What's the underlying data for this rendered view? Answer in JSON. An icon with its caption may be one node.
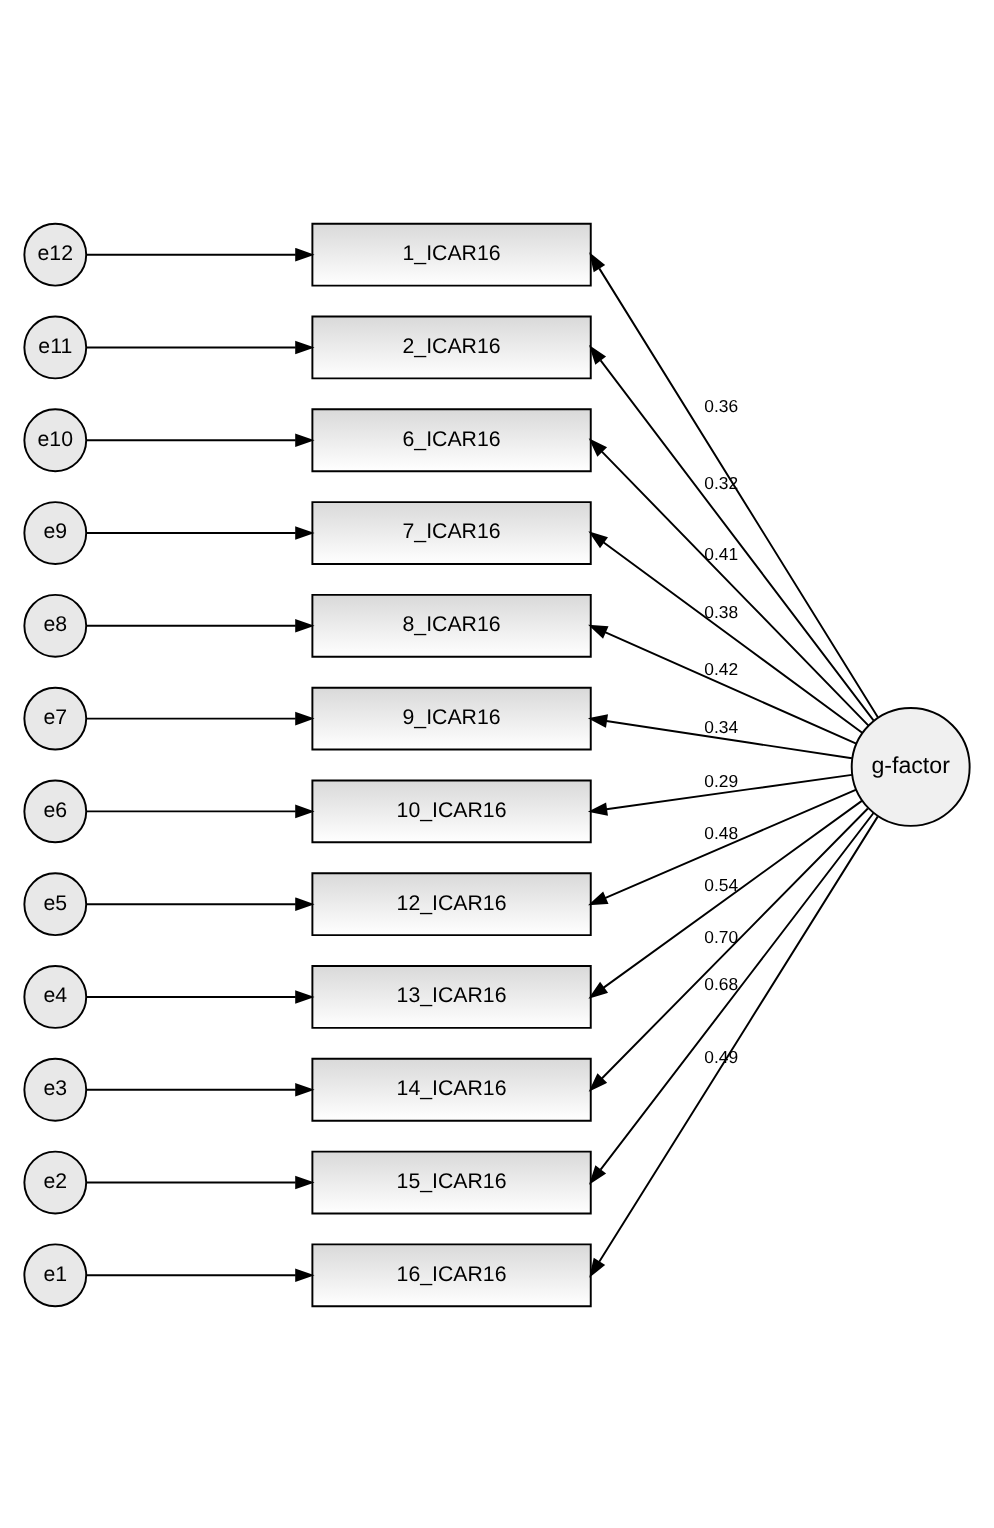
{
  "diagram": {
    "nodes": [
      {
        "text": [
          "e12"
        ]
      },
      {
        "text": [
          "1_ICAR16"
        ]
      },
      {
        "text": [
          "e11"
        ]
      },
      {
        "text": [
          "2_ICAR16"
        ]
      },
      {
        "text": [
          "e10"
        ]
      },
      {
        "text": [
          "6_ICAR16"
        ]
      },
      {
        "text": [
          "e9"
        ]
      },
      {
        "text": [
          "7_ICAR16"
        ]
      },
      {
        "text": [
          "e8"
        ]
      },
      {
        "text": [
          "8_ICAR16"
        ]
      },
      {
        "text": [
          "e7"
        ]
      },
      {
        "text": [
          "9_ICAR16"
        ]
      },
      {
        "text": [
          "e6"
        ]
      },
      {
        "text": [
          "10_ICAR16"
        ]
      },
      {
        "text": [
          "e5"
        ]
      },
      {
        "text": [
          "12_ICAR16"
        ]
      },
      {
        "text": [
          "e4"
        ]
      },
      {
        "text": [
          "13_ICAR16"
        ]
      },
      {
        "text": [
          "e3"
        ]
      },
      {
        "text": [
          "14_ICAR16"
        ]
      },
      {
        "text": [
          "e2"
        ]
      },
      {
        "text": [
          "15_ICAR16"
        ]
      },
      {
        "text": [
          "e1"
        ]
      },
      {
        "text": [
          "16_ICAR16"
        ]
      },
      {
        "text": [
          "g-factor"
        ]
      }
    ],
    "edges": [
      {
        "from": 0,
        "to": 1,
        "arrow": "to"
      },
      {
        "from": 2,
        "to": 3,
        "arrow": "to"
      },
      {
        "from": 4,
        "to": 5,
        "arrow": "to"
      },
      {
        "from": 6,
        "to": 7,
        "arrow": "to"
      },
      {
        "from": 8,
        "to": 9,
        "arrow": "to"
      },
      {
        "from": 10,
        "to": 11,
        "arrow": "to"
      },
      {
        "from": 12,
        "to": 13,
        "arrow": "to"
      },
      {
        "from": 14,
        "to": 15,
        "arrow": "to"
      },
      {
        "from": 16,
        "to": 17,
        "arrow": "to"
      },
      {
        "from": 18,
        "to": 19,
        "arrow": "to"
      },
      {
        "from": 20,
        "to": 21,
        "arrow": "to"
      },
      {
        "from": 22,
        "to": 23,
        "arrow": "to"
      },
      {
        "from": 24,
        "to": 1,
        "arrow": "to",
        "label": "0.36"
      },
      {
        "from": 24,
        "to": 3,
        "arrow": "to",
        "label": "0.32"
      },
      {
        "from": 24,
        "to": 5,
        "arrow": "to",
        "label": "0.41"
      },
      {
        "from": 24,
        "to": 7,
        "arrow": "to",
        "label": "0.38"
      },
      {
        "from": 24,
        "to": 9,
        "arrow": "to",
        "label": "0.42"
      },
      {
        "from": 24,
        "to": 11,
        "arrow": "to",
        "label": "0.34"
      },
      {
        "from": 24,
        "to": 13,
        "arrow": "to",
        "label": "0.29"
      },
      {
        "from": 24,
        "to": 15,
        "arrow": "to",
        "label": "0.48"
      },
      {
        "from": 24,
        "to": 17,
        "arrow": "to",
        "label": "0.54"
      },
      {
        "from": 24,
        "to": 19,
        "arrow": "to",
        "label": "0.70"
      },
      {
        "from": 24,
        "to": 21,
        "arrow": "to",
        "label": "0.68"
      },
      {
        "from": 24,
        "to": 23,
        "arrow": "to",
        "label": "0.49"
      }
    ]
  }
}
